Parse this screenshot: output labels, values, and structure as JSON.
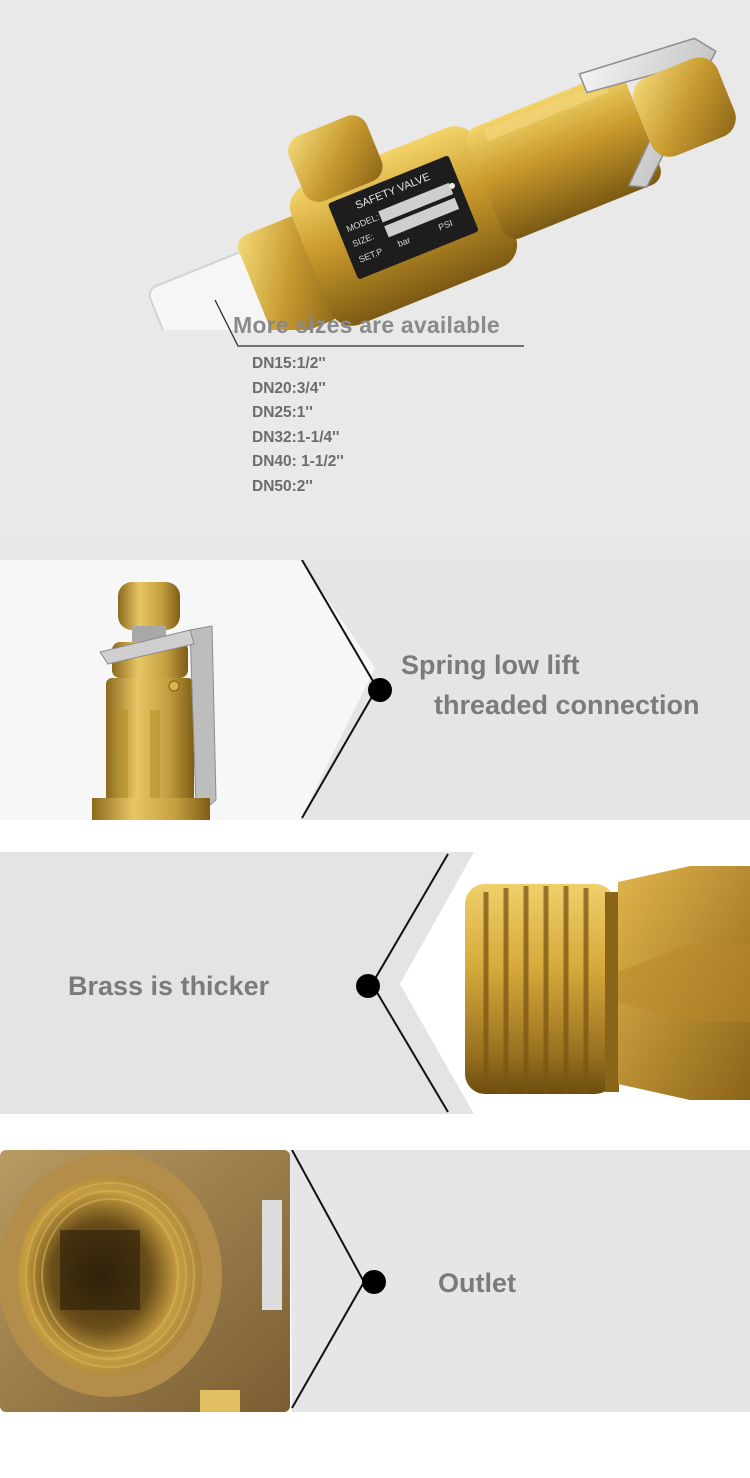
{
  "hero": {
    "title": "More sizes are available",
    "sizes": [
      "DN15:1/2''",
      "DN20:3/4''",
      "DN25:1''",
      "DN32:1-1/4''",
      "DN40: 1-1/2''",
      "DN50:2''"
    ],
    "nameplate": {
      "heading": "SAFETY VALVE",
      "model_label": "MODEL:",
      "size_label": "SIZE:",
      "set_label": "SET.P",
      "bar_unit": "bar",
      "psi_unit": "PSI"
    }
  },
  "features": [
    {
      "line1": "Spring low lift",
      "line2": "threaded connection"
    },
    {
      "line1": "Brass is thicker"
    },
    {
      "line1": "Outlet"
    }
  ],
  "colors": {
    "background": "#e7e7e7",
    "brass": "#c9a43a",
    "text_gray": "#7b7b7b",
    "dot": "#000000"
  }
}
